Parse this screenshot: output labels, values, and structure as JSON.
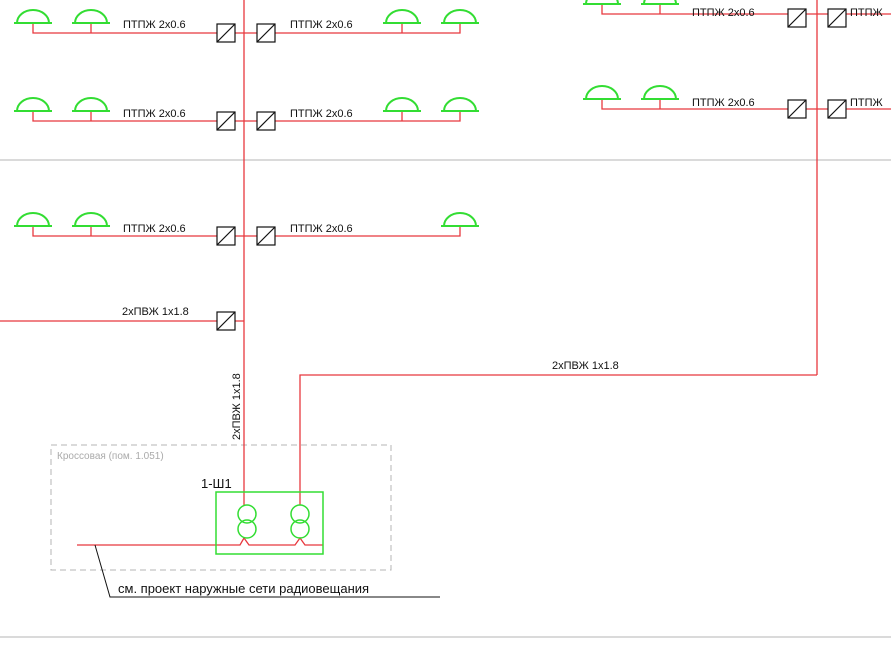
{
  "colors": {
    "cable": "#e8383e",
    "device": "#33dd33",
    "separator": "#b4b4b4",
    "room_border": "#b4b4b4",
    "text": "#111111",
    "room_text": "#aaaaaa"
  },
  "icons": {
    "speaker": "speaker-icon",
    "junction_box": "junction-box-icon",
    "transformer": "transformer-icon"
  },
  "labels": {
    "branch_cable": "ПТПЖ 2х0.6",
    "branch_cable_truncated": "ПТПЖ",
    "feeder_left": "2хПВЖ 1х1.8",
    "feeder_vertical": "2хПВЖ 1х1.8",
    "feeder_right": "2хПВЖ 1х1.8",
    "room": "Кроссовая (пом. 1.051)",
    "cabinet": "1-Ш1",
    "external_note": "см. проект наружные сети радиовещания"
  }
}
